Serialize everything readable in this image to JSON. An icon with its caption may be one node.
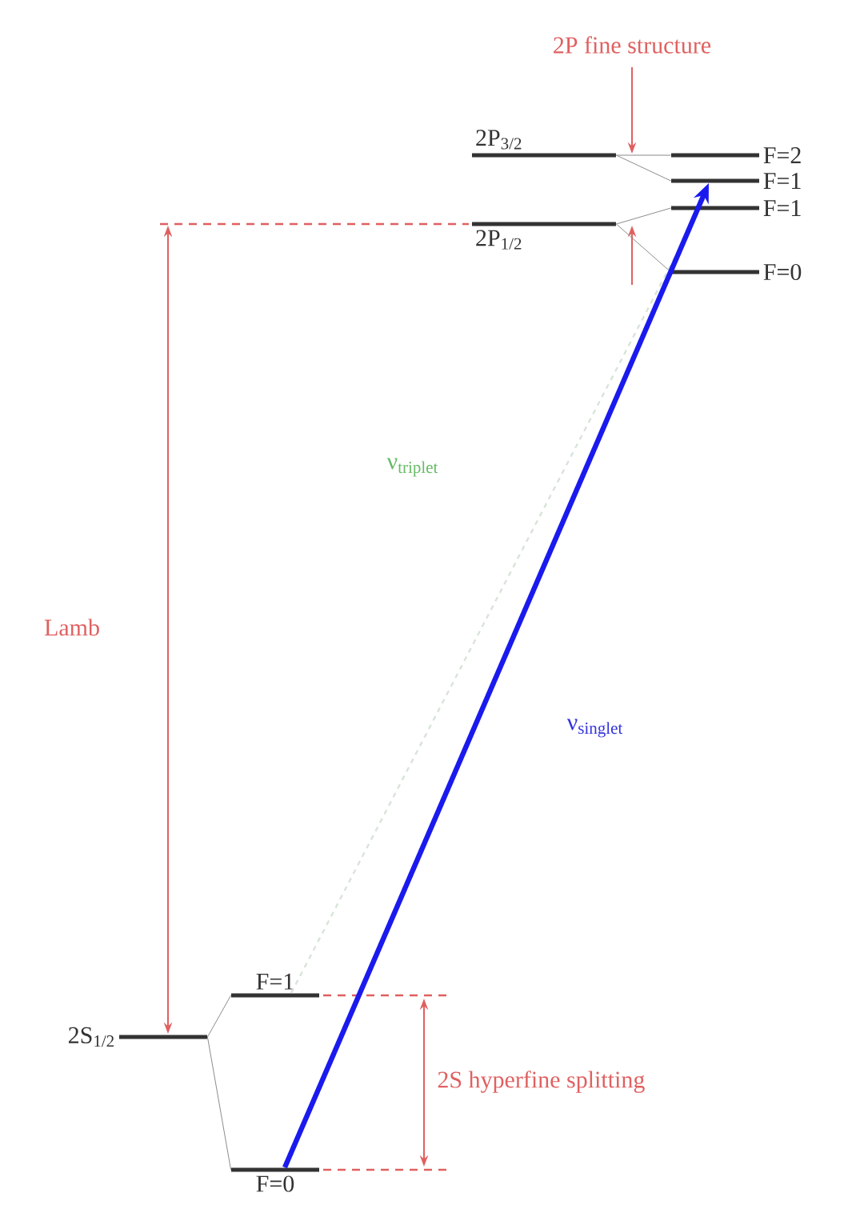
{
  "diagram": {
    "nodes": [
      {
        "text": [
          "2P$_{3/2}$"
        ]
      },
      {
        "text": [
          "2P$_{1/2}$"
        ]
      },
      {
        "text": [
          "F=2"
        ]
      },
      {
        "text": [
          "F=1"
        ]
      },
      {
        "text": [
          "F=1"
        ]
      },
      {
        "text": [
          "F=0"
        ]
      },
      {
        "text": [
          "2S$_{1/2}$"
        ]
      },
      {
        "text": [
          "F=1"
        ]
      },
      {
        "text": [
          "F=0"
        ]
      }
    ],
    "edges": [
      {
        "from": 0,
        "to": 2,
        "arrow": "none"
      },
      {
        "from": 0,
        "to": 3,
        "arrow": "none"
      },
      {
        "from": 1,
        "to": 4,
        "arrow": "none"
      },
      {
        "from": 1,
        "to": 5,
        "arrow": "none"
      },
      {
        "from": 6,
        "to": 7,
        "arrow": "none"
      },
      {
        "from": 6,
        "to": 8,
        "arrow": "none"
      },
      {
        "from": 7,
        "to": 4,
        "arrow": "none",
        "style": "dashed",
        "color": "#d8e4d8",
        "label": "ν$_{triplet}$"
      },
      {
        "from": 8,
        "to": 3,
        "arrow": "to",
        "style": "thick",
        "color": "#1a1aee",
        "label": "ν$_{singlet}$"
      }
    ],
    "labels": [
      "2P fine structure",
      "Lamb",
      "2S hyperfine splitting"
    ]
  }
}
